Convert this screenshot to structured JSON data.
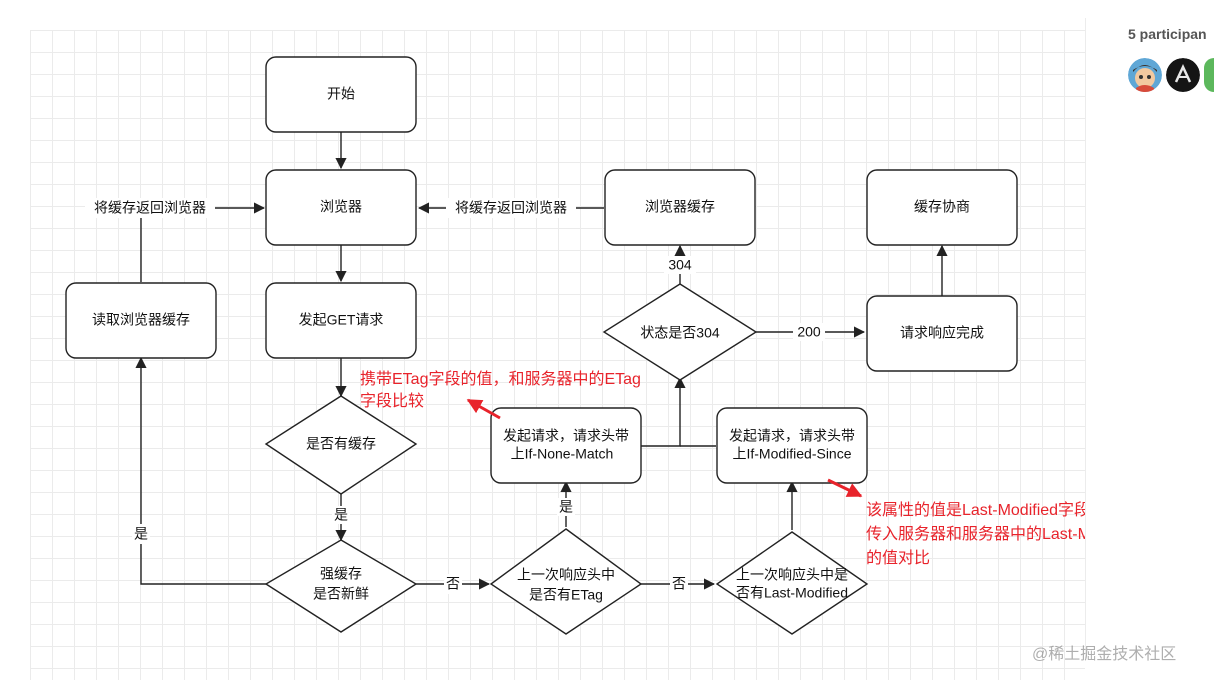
{
  "sidebar": {
    "participants_label": "5 participan"
  },
  "watermark": "@稀土掘金技术社区",
  "diagram": {
    "nodes": {
      "start": "开始",
      "browser": "浏览器",
      "send_get": "发起GET请求",
      "read_cache": "读取浏览器缓存",
      "browser_cache": "浏览器缓存",
      "negotiate": "缓存协商",
      "request_done": "请求响应完成",
      "has_cache": "是否有缓存",
      "strong_fresh_1": "强缓存",
      "strong_fresh_2": "是否新鲜",
      "etag_q_1": "上一次响应头中",
      "etag_q_2": "是否有ETag",
      "lm_q_1": "上一次响应头中是",
      "lm_q_2": "否有Last-Modified",
      "status_304": "状态是否304",
      "req_inm_1": "发起请求，请求头带",
      "req_inm_2": "上If-None-Match",
      "req_ims_1": "发起请求，请求头带",
      "req_ims_2": "上If-Modified-Since"
    },
    "edge_labels": {
      "return_left": "将缓存返回浏览器",
      "return_right": "将缓存返回浏览器",
      "code_304": "304",
      "code_200": "200",
      "yes_left": "是",
      "yes_center": "是",
      "yes_etag": "是",
      "no_1": "否",
      "no_2": "否"
    },
    "annotations": {
      "etag_1": "携带ETag字段的值，和服务器中的ETag",
      "etag_2": "字段比较",
      "lm_1": "该属性的值是Last-Modified字段的值，",
      "lm_2": "传入服务器和服务器中的Last-Modified",
      "lm_3": "的值对比"
    },
    "colors": {
      "stroke": "#222222",
      "annotation": "#e8232b"
    }
  }
}
